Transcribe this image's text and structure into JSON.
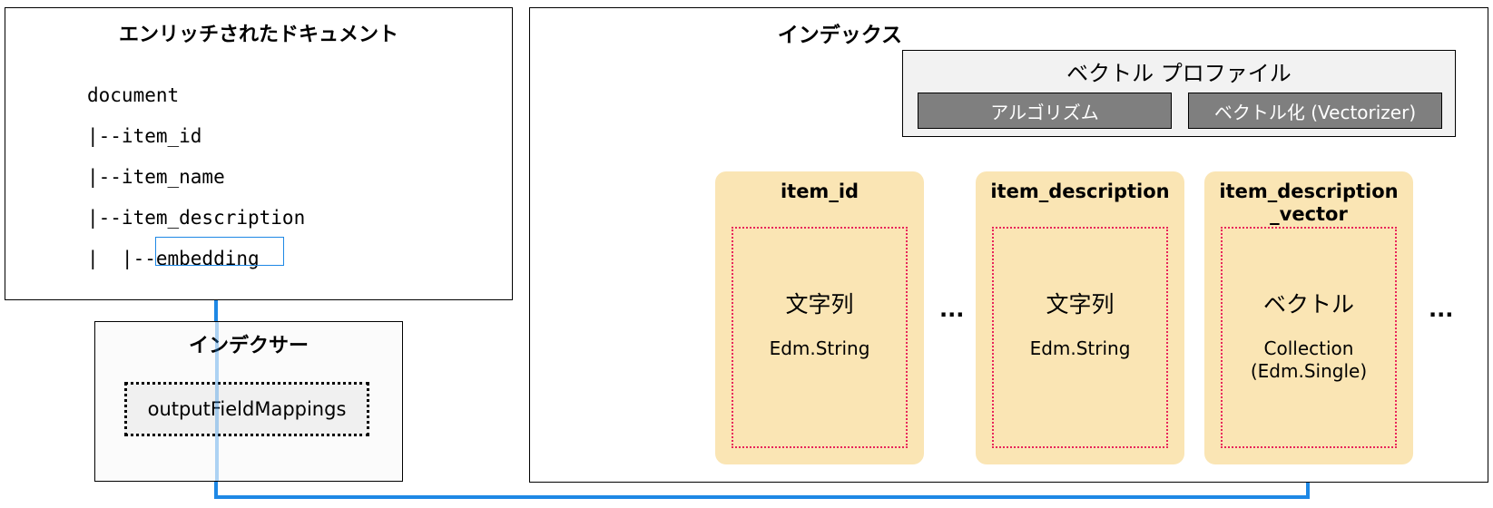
{
  "enriched_document": {
    "title": "エンリッチされたドキュメント",
    "tree": [
      "document",
      "|--item_id",
      "|--item_name",
      "|--item_description",
      "|  |--embedding"
    ]
  },
  "indexer": {
    "title": "インデクサー",
    "mapping_label": "outputFieldMappings"
  },
  "index": {
    "title": "インデックス",
    "vector_profile": {
      "title": "ベクトル プロファイル",
      "algorithm_label": "アルゴリズム",
      "vectorizer_label": "ベクトル化 (Vectorizer)"
    },
    "fields": [
      {
        "name": "item_id",
        "type_jp": "文字列",
        "type_edm": "Edm.String"
      },
      {
        "name": "item_description",
        "type_jp": "文字列",
        "type_edm": "Edm.String"
      },
      {
        "name": "item_description\n_vector",
        "type_jp": "ベクトル",
        "type_edm": "Collection\n(Edm.Single)"
      }
    ],
    "ellipsis": "..."
  },
  "colors": {
    "field_card": "#FAE5B4",
    "field_border": "#E8245A",
    "mapping_arrow": "#1E88E5",
    "profile_item": "#7f7f7f"
  }
}
